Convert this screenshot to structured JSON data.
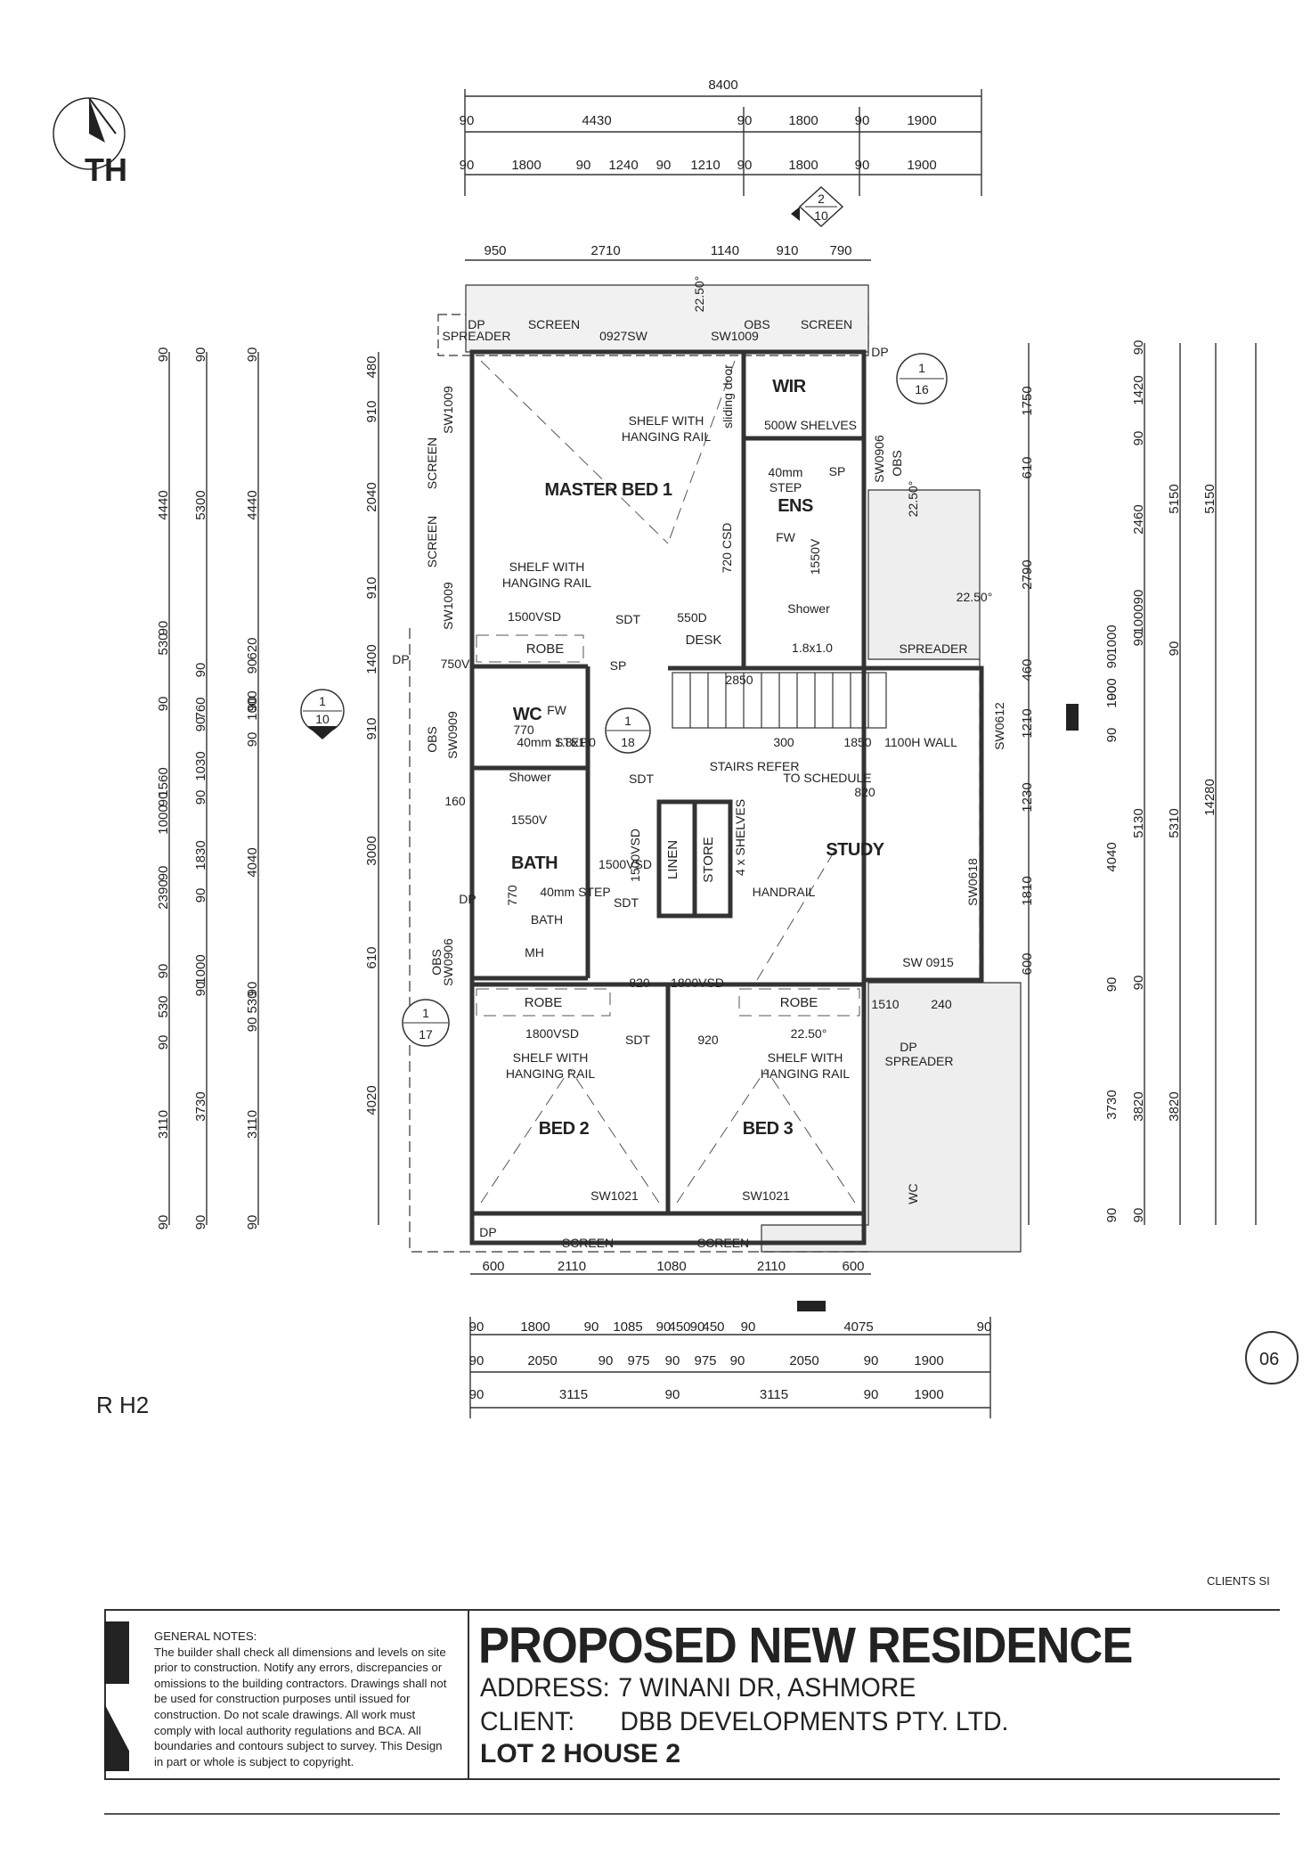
{
  "sheet_number": "06",
  "fragments": {
    "north_text": "TH",
    "plan_label": "R H2",
    "clients_sign": "CLIENTS SI"
  },
  "title_block": {
    "general_notes": "GENERAL NOTES:\nThe builder shall check all dimensions and levels on site prior to construction. Notify any errors, discrepancies or omissions to the building contractors. Drawings shall not be used for construction purposes until issued for construction. Do not scale drawings. All work must comply with local authority regulations and BCA. All boundaries and contours subject to survey. This Design in part or whole is subject to copyright.",
    "title": "PROPOSED NEW RESIDENCE",
    "address_label": "ADDRESS:",
    "address_value": "7 WINANI DR, ASHMORE",
    "client_label": "CLIENT:",
    "client_value": "DBB DEVELOPMENTS PTY. LTD.",
    "lot": "LOT 2 HOUSE 2"
  },
  "rooms": [
    "MASTER BED 1",
    "WIR",
    "ENS",
    "WC",
    "BATH",
    "STUDY",
    "BED 2",
    "BED 3",
    "ROBE",
    "ROBE",
    "ROBE",
    "LINEN",
    "STORE",
    "DESK"
  ],
  "plan_labels": [
    "SCREEN",
    "SCREEN",
    "SCREEN",
    "SCREEN",
    "SCREEN",
    "SCREEN",
    "DP",
    "DP",
    "DP",
    "DP",
    "DP",
    "DP",
    "SPREADER",
    "SPREADER",
    "SPREADER",
    "OBS",
    "OBS",
    "OBS",
    "OBS",
    "0927SW",
    "SW1009",
    "SW1009",
    "SW1009",
    "SW0906",
    "SW0909",
    "SW0906",
    "SW0612",
    "SW0618",
    "SW 0915",
    "SW1021",
    "SW1021",
    "SHELF WITH",
    "HANGING RAIL",
    "SHELF WITH",
    "HANGING RAIL",
    "SHELF WITH",
    "HANGING RAIL",
    "SHELF WITH",
    "HANGING RAIL",
    "sliding door",
    "500W SHELVES",
    "40mm",
    "STEP",
    "FW",
    "720 CSD",
    "1550V",
    "Shower",
    "1.8x1.0",
    "1500VSD",
    "SDT",
    "550D",
    "SDT",
    "SDT",
    "SDT",
    "920",
    "SP",
    "750V",
    "FW",
    "40mm STEP",
    "770",
    "1.8x1.0",
    "Shower",
    "1550V",
    "770",
    "40mm STEP",
    "BATH",
    "MH",
    "1500VSD",
    "1500VSD",
    "4 x SHELVES",
    "HANDRAIL",
    "2850",
    "300",
    "1850",
    "1100H WALL",
    "STAIRS REFER",
    "TO SCHEDULE",
    "820",
    "820",
    "1800VSD",
    "1800VSD",
    "22.50°",
    "22.50°",
    "22.50°",
    "22.50°",
    "WC",
    "SP",
    "160",
    "1510",
    "240"
  ],
  "dims_top_overall": "8400",
  "dims_top_row1": [
    "90",
    "4430",
    "90",
    "1800",
    "90",
    "1900"
  ],
  "dims_top_row2": [
    "90",
    "1800",
    "90",
    "1240",
    "90",
    "1210",
    "90",
    "1800",
    "90",
    "1900"
  ],
  "dims_top_row3": [
    "950",
    "2710",
    "1140",
    "910",
    "790"
  ],
  "dims_left_c1": [
    "90",
    "4440",
    "90",
    "530",
    "90",
    "1560",
    "90",
    "1000",
    "90",
    "2390",
    "90",
    "530",
    "90",
    "3110",
    "90"
  ],
  "dims_left_c2": [
    "90",
    "5300",
    "90",
    "760",
    "90",
    "1030",
    "90",
    "1830",
    "90",
    "1000",
    "90",
    "3730",
    "90"
  ],
  "dims_left_c3": [
    "90",
    "4440",
    "90",
    "620",
    "90",
    "1000",
    "90",
    "4040",
    "90",
    "530",
    "90",
    "3110",
    "90"
  ],
  "dims_left_c4": [
    "480",
    "910",
    "2040",
    "910",
    "1400",
    "910",
    "3000",
    "610",
    "4020"
  ],
  "dims_right_c1": [
    "1750",
    "610",
    "2790",
    "460",
    "1210",
    "1230",
    "1810",
    "600"
  ],
  "dims_right_c2": [
    "90",
    "1000",
    "90",
    "1000",
    "90",
    "4040",
    "90",
    "3730",
    "90"
  ],
  "dims_right_c3": [
    "90",
    "1420",
    "90",
    "2460",
    "90",
    "1000",
    "90",
    "5130",
    "90",
    "3820",
    "90"
  ],
  "dims_right_c4": [
    "5150",
    "90",
    "5310",
    "3820"
  ],
  "dims_right_c5": [
    "5150",
    "14280"
  ],
  "dims_bottom_row0": [
    "600",
    "2110",
    "1080",
    "2110",
    "600"
  ],
  "dims_bottom_row1": [
    "90",
    "1800",
    "90",
    "1085",
    "90",
    "90",
    "450",
    "450",
    "90",
    "4075",
    "90"
  ],
  "dims_bottom_row2": [
    "90",
    "2050",
    "90",
    "975",
    "90",
    "975",
    "90",
    "2050",
    "90",
    "1900"
  ],
  "dims_bottom_row3": [
    "90",
    "3115",
    "90",
    "3115",
    "90",
    "1900"
  ],
  "section_markers": [
    {
      "num": "2",
      "den": "10"
    },
    {
      "num": "1",
      "den": "16"
    },
    {
      "num": "1",
      "den": "10"
    },
    {
      "num": "1",
      "den": "18"
    },
    {
      "num": "1",
      "den": "17"
    }
  ]
}
